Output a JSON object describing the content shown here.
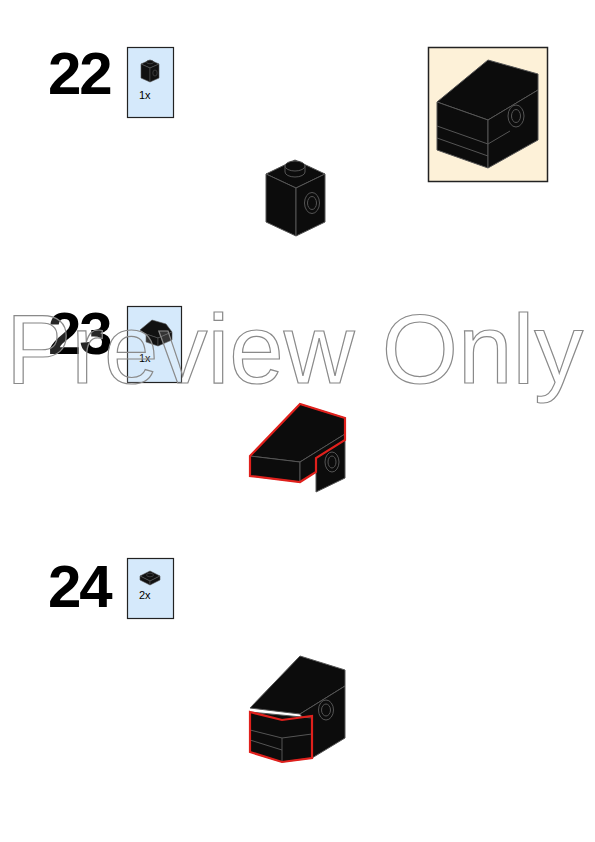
{
  "diagram": {
    "labels": [
      "22",
      "1x",
      "23",
      "1x",
      "24",
      "2x",
      "Preview Only"
    ]
  }
}
